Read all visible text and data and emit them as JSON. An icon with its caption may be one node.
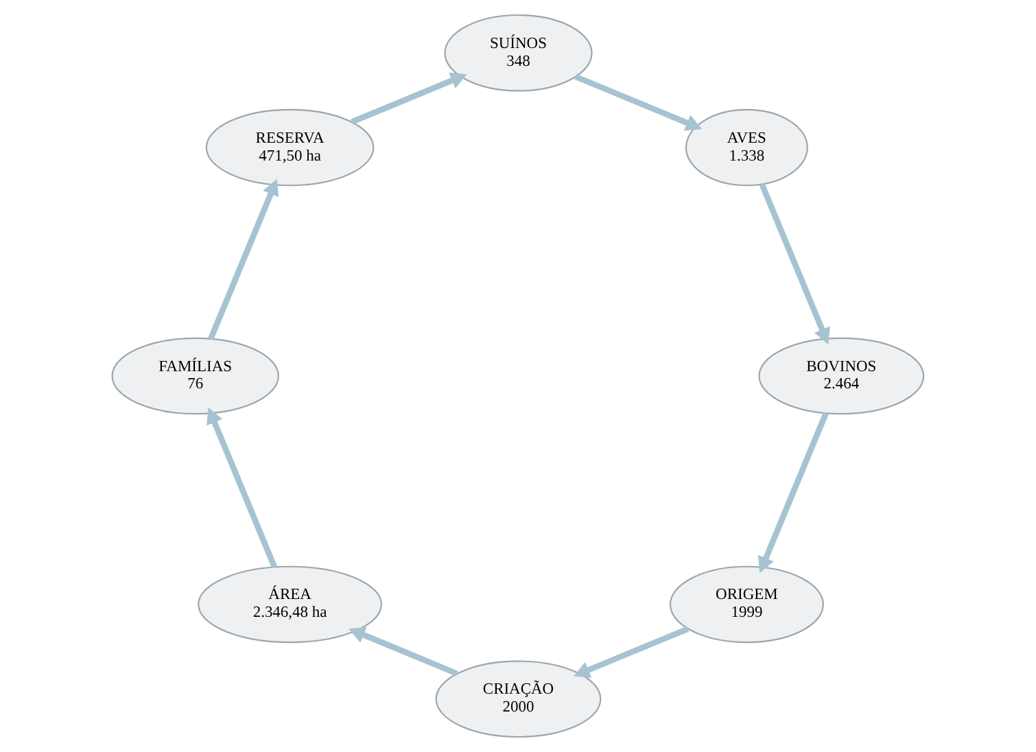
{
  "diagram": {
    "nodes": [
      {
        "text": [
          "ORIGEM",
          "1999"
        ]
      },
      {
        "text": [
          "CRIAÇÃO",
          "2000"
        ]
      },
      {
        "text": [
          "ÁREA",
          "2.346,48 ha"
        ]
      },
      {
        "text": [
          "FAMÍLIAS",
          "76"
        ]
      },
      {
        "text": [
          "RESERVA",
          "471,50 ha"
        ]
      },
      {
        "text": [
          "SUÍNOS",
          "348"
        ]
      },
      {
        "text": [
          "AVES",
          "1.338"
        ]
      },
      {
        "text": [
          "BOVINOS",
          "2.464"
        ]
      }
    ],
    "edges": [
      {
        "from": 0,
        "to": 1,
        "arrow": "to"
      },
      {
        "from": 1,
        "to": 2,
        "arrow": "to"
      },
      {
        "from": 2,
        "to": 3,
        "arrow": "to"
      },
      {
        "from": 3,
        "to": 4,
        "arrow": "to"
      },
      {
        "from": 4,
        "to": 5,
        "arrow": "to"
      },
      {
        "from": 5,
        "to": 6,
        "arrow": "to"
      },
      {
        "from": 6,
        "to": 7,
        "arrow": "to"
      },
      {
        "from": 7,
        "to": 0,
        "arrow": "to"
      }
    ]
  }
}
